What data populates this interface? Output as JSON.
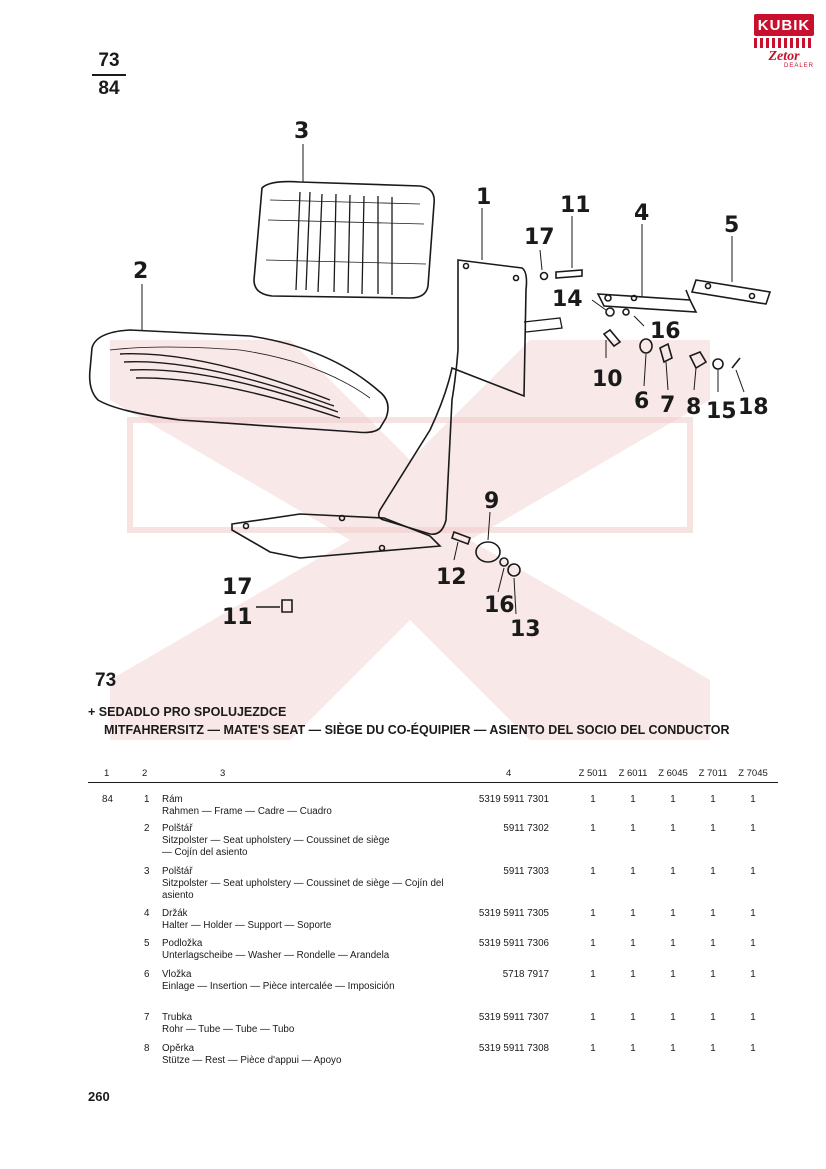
{
  "header": {
    "fraction_top": "73",
    "fraction_bottom": "84"
  },
  "logo": {
    "brand": "KUBIK",
    "sub": "Zetor",
    "dealer": "DEALER"
  },
  "diagram": {
    "callouts": [
      "3",
      "2",
      "1",
      "11",
      "17",
      "4",
      "5",
      "14",
      "16",
      "10",
      "6",
      "7",
      "8",
      "15",
      "18",
      "9",
      "12",
      "16",
      "13",
      "17",
      "11"
    ]
  },
  "section": {
    "number": "73",
    "title_line1": "+ SEDADLO PRO SPOLUJEZDCE",
    "title_line2": "MITFAHRERSITZ — MATE'S SEAT — SIÈGE DU CO-ÉQUIPIER — ASIENTO DEL SOCIO DEL CONDUCTOR"
  },
  "table": {
    "col_headers": [
      "1",
      "2",
      "3",
      "4",
      "Z 5011",
      "Z 6011",
      "Z 6045",
      "Z 7011",
      "Z 7045"
    ],
    "group_ref": "84",
    "rows": [
      {
        "pos": "1",
        "name": "Rám",
        "desc": "Rahmen — Frame — Cadre — Cuadro",
        "part": "5319 5911 7301",
        "q": [
          "1",
          "1",
          "1",
          "1",
          "1"
        ]
      },
      {
        "pos": "2",
        "name": "Polštář",
        "desc": "Sitzpolster — Seat upholstery — Coussinet de siège — Cojín del asiento",
        "part": "5911 7302",
        "q": [
          "1",
          "1",
          "1",
          "1",
          "1"
        ]
      },
      {
        "pos": "3",
        "name": "Polštář",
        "desc": "Sitzpolster — Seat upholstery — Coussinet de siège — Cojín del asiento",
        "part": "5911 7303",
        "q": [
          "1",
          "1",
          "1",
          "1",
          "1"
        ]
      },
      {
        "pos": "4",
        "name": "Držák",
        "desc": "Halter — Holder — Support — Soporte",
        "part": "5319 5911 7305",
        "q": [
          "1",
          "1",
          "1",
          "1",
          "1"
        ]
      },
      {
        "pos": "5",
        "name": "Podložka",
        "desc": "Unterlagscheibe — Washer — Rondelle — Arandela",
        "part": "5319 5911 7306",
        "q": [
          "1",
          "1",
          "1",
          "1",
          "1"
        ]
      },
      {
        "pos": "6",
        "name": "Vložka",
        "desc": "Einlage — Insertion — Pièce intercalée — Imposición",
        "part": "5718 7917",
        "q": [
          "1",
          "1",
          "1",
          "1",
          "1"
        ]
      },
      {
        "pos": "7",
        "name": "Trubka",
        "desc": "Rohr — Tube — Tube — Tubo",
        "part": "5319 5911 7307",
        "q": [
          "1",
          "1",
          "1",
          "1",
          "1"
        ]
      },
      {
        "pos": "8",
        "name": "Opěrka",
        "desc": "Stütze — Rest — Pièce d'appui — Apoyo",
        "part": "5319 5911 7308",
        "q": [
          "1",
          "1",
          "1",
          "1",
          "1"
        ]
      }
    ]
  },
  "footer": {
    "page": "260"
  }
}
